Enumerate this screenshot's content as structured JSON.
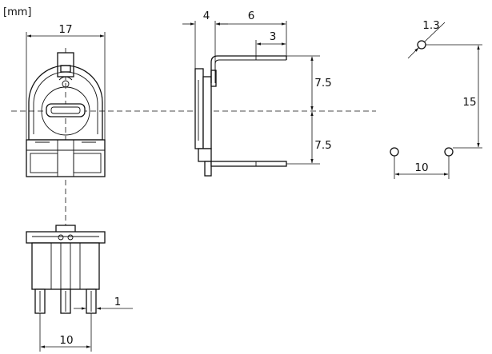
{
  "unit_label": "[mm]",
  "front_view": {
    "width_dim": "17"
  },
  "side_view": {
    "dim_4": "4",
    "dim_6": "6",
    "dim_3": "3",
    "dim_7_5_top": "7.5",
    "dim_7_5_bottom": "7.5"
  },
  "bottom_view": {
    "pin_dim": "1",
    "pitch_dim": "10"
  },
  "footprint": {
    "hole_dim": "1.3",
    "vertical_dim": "15",
    "horizontal_dim": "10"
  }
}
